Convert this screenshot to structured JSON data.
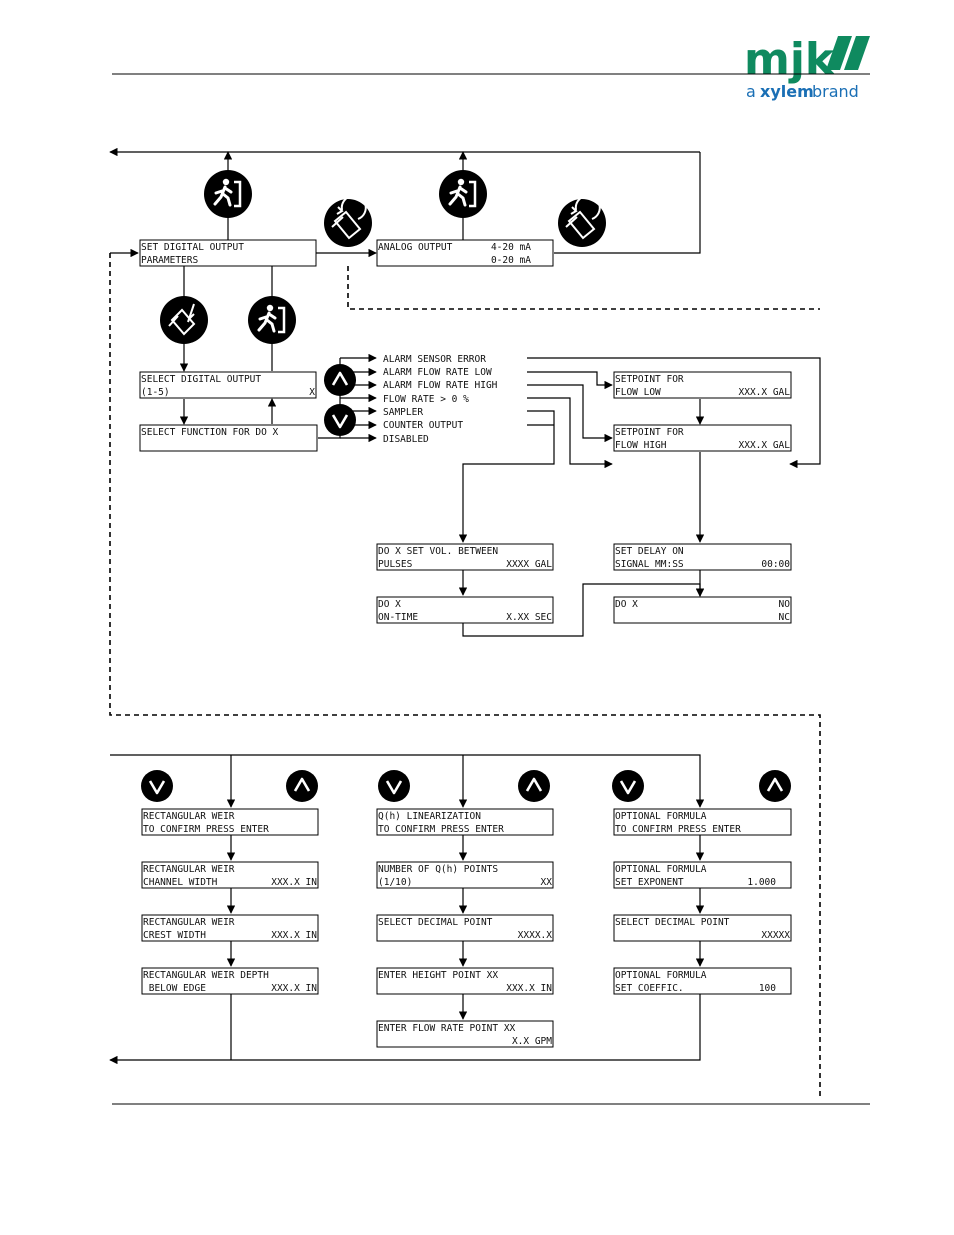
{
  "header": {
    "logo_text": "mjk",
    "tagline_prefix": "a",
    "tagline_brand": "xylem",
    "tagline_suffix": "brand",
    "logo_color": "#0f8a5f"
  },
  "boxes": {
    "set_do_params": [
      "SET DIGITAL OUTPUT",
      "PARAMETERS"
    ],
    "analog_output_l1": "ANALOG OUTPUT",
    "analog_output_v1": "4-20 mA",
    "analog_output_v2": "0-20 mA",
    "select_do": [
      "SELECT DIGITAL OUTPUT",
      "(1-5)"
    ],
    "select_do_value": "X",
    "select_function": "SELECT FUNCTION FOR DO X",
    "setpoint_low": [
      "SETPOINT FOR",
      "FLOW LOW"
    ],
    "setpoint_low_value": "XXX.X GAL",
    "setpoint_high": [
      "SETPOINT FOR",
      "FLOW HIGH"
    ],
    "setpoint_high_value": "XXX.X GAL",
    "do_set_vol": [
      "DO X SET VOL. BETWEEN",
      "PULSES"
    ],
    "do_set_vol_value": "XXXX GAL",
    "do_on_time": [
      "DO X",
      "ON-TIME"
    ],
    "do_on_time_value": "X.XX SEC",
    "set_delay": [
      "SET DELAY ON",
      "SIGNAL MM:SS"
    ],
    "set_delay_value": "00:00",
    "do_x": "DO X",
    "do_x_v1": "NO",
    "do_x_v2": "NC",
    "rw_confirm": [
      "RECTANGULAR WEIR",
      "TO CONFIRM PRESS ENTER"
    ],
    "rw_channel": [
      "RECTANGULAR WEIR",
      "CHANNEL WIDTH"
    ],
    "rw_channel_value": "XXX.X IN",
    "rw_crest": [
      "RECTANGULAR WEIR",
      "CREST WIDTH"
    ],
    "rw_crest_value": "XXX.X IN",
    "rw_depth": [
      "RECTANGULAR WEIR DEPTH",
      " BELOW EDGE"
    ],
    "rw_depth_value": "XXX.X IN",
    "qh_confirm": [
      "Q(h) LINEARIZATION",
      "TO CONFIRM PRESS ENTER"
    ],
    "qh_points": [
      "NUMBER OF Q(h) POINTS",
      "(1/10)"
    ],
    "qh_points_value": "XX",
    "qh_decimal": "SELECT DECIMAL POINT",
    "qh_decimal_value": "XXXX.X",
    "qh_height": "ENTER HEIGHT POINT XX",
    "qh_height_value": "XXX.X IN",
    "qh_flow": "ENTER FLOW RATE POINT XX",
    "qh_flow_value": "X.X GPM",
    "of_confirm": [
      "OPTIONAL FORMULA",
      "TO CONFIRM PRESS ENTER"
    ],
    "of_exponent": [
      "OPTIONAL FORMULA",
      "SET EXPONENT"
    ],
    "of_exponent_value": "1.000",
    "of_decimal": "SELECT DECIMAL POINT",
    "of_decimal_value": "XXXXX",
    "of_coeff": [
      "OPTIONAL FORMULA",
      "SET COEFFIC."
    ],
    "of_coeff_value": "100"
  },
  "function_options": [
    "ALARM SENSOR ERROR",
    "ALARM FLOW RATE LOW",
    "ALARM FLOW RATE HIGH",
    "FLOW RATE > 0 %",
    "SAMPLER",
    "COUNTER OUTPUT",
    "DISABLED"
  ],
  "icons": {
    "exit": "exit-running-man-icon",
    "enter": "enter-hand-pointer-icon",
    "return": "return-hand-arrow-icon",
    "up": "up-arrow-icon",
    "down": "down-arrow-icon"
  }
}
